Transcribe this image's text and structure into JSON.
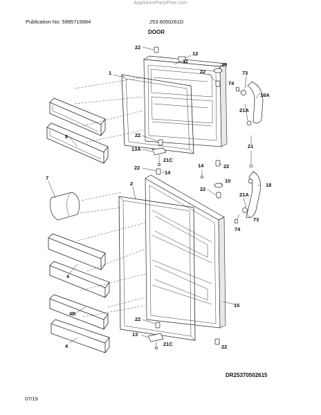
{
  "header": {
    "watermark": "AppliancePartsPros.com",
    "publication": "Publication No: 5995715884",
    "model": "253.6050261D",
    "section_title": "DOOR"
  },
  "footer": {
    "drawing_id": "DR25370502615",
    "date": "07/19"
  },
  "callouts": {
    "c22a": "22",
    "c12": "12",
    "c11": "11",
    "c1": "1",
    "c10a": "10",
    "c22b": "22",
    "c73a": "73",
    "c74a": "74",
    "c18a": "18A",
    "c21a": "21A",
    "c8": "8",
    "c22c": "22",
    "c13a": "13A",
    "c21c_a": "21C",
    "c21": "21",
    "c14": "14",
    "c22d": "22",
    "c22e": "22",
    "c7": "7",
    "c2": "2",
    "c22f": "22",
    "c10b": "10",
    "c18": "18",
    "c21a2": "21A",
    "c73b": "73",
    "c74b": "74",
    "c4a": "4",
    "c4b": "4B",
    "c15": "15",
    "c4c": "4",
    "c22g": "22",
    "c13": "13",
    "c21c_b": "21C",
    "c22h": "22"
  }
}
